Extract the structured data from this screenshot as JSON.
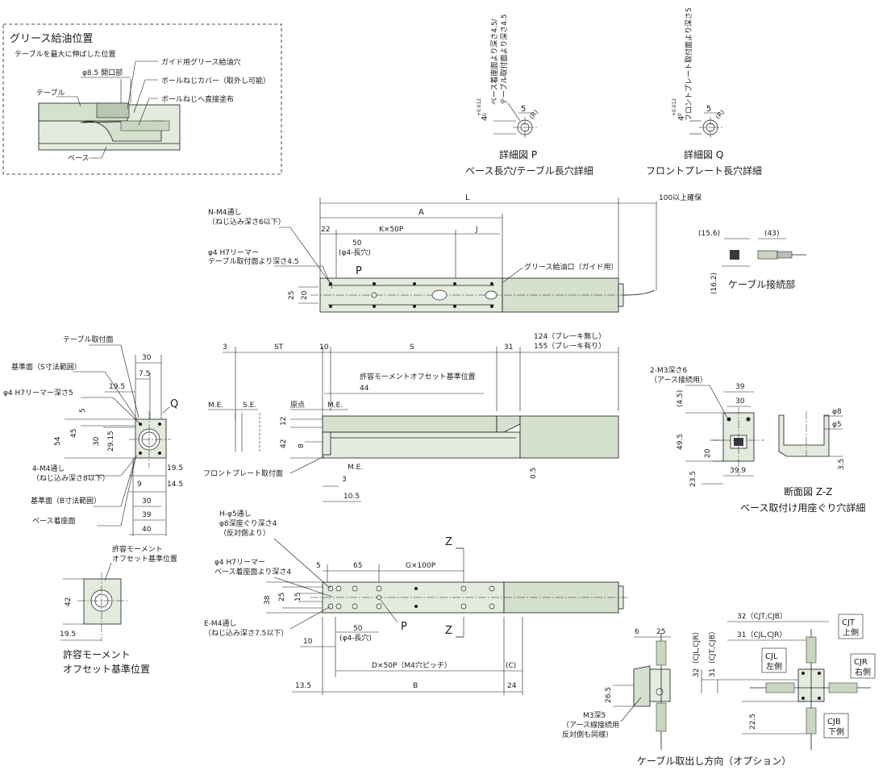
{
  "grease": {
    "title": "グリース給油位置",
    "subtitle": "テーブルを最大に伸ばした位置",
    "phi_label": "φ8.5 開口部",
    "guide_hole": "ガイド用グリース給油穴",
    "cover": "ボールねじカバー（取外し可能）",
    "direct": "ボールねじへ直接塗布",
    "table": "テーブル",
    "base": "ベース"
  },
  "detail_p": {
    "title": "詳細図 P",
    "subtitle": "ベース長穴/テーブル長穴詳細",
    "v1": "ベース着座面より深さ4.5/",
    "v2": "テーブル取付面より深さ4.5",
    "tol_main": "4",
    "tol_up": "+0.012",
    "tol_low": "0",
    "five": "5",
    "r": "(R)"
  },
  "detail_q": {
    "title": "詳細図 Q",
    "subtitle": "フロントプレート長穴詳細",
    "v1": "フロントプレート取付面より深さ5",
    "tol_main": "4",
    "tol_up": "+0.012",
    "tol_low": "0",
    "five": "5",
    "r": "(R)"
  },
  "top_view": {
    "L": "L",
    "A": "A",
    "secure": "100以上確保",
    "n_m4_1": "N-M4通し",
    "n_m4_2": "（ねじ込み深さ6以下）",
    "d22": "22",
    "kx50p": "K×50P",
    "j": "J",
    "fifty": "50",
    "phi4_long": "(φ4-長穴)",
    "reamer1": "φ4 H7リーマー",
    "reamer2": "テーブル取付面より深さ4.5",
    "p": "P",
    "grease_port": "グリース給油口（ガイド用）",
    "d25": "25",
    "d20": "20"
  },
  "cable_conn": {
    "label": "ケーブル接続部",
    "d156": "(15.6)",
    "d43": "(43)",
    "d162": "(16.2)"
  },
  "side_view": {
    "d3": "3",
    "st": "ST",
    "d10": "10",
    "s": "S",
    "d31": "31",
    "brake1": "124（ブレーキ無し）",
    "brake2": "155（ブレーキ有り）",
    "offset_ref": "許容モーメントオフセット基準位置",
    "d44": "44",
    "me1": "M.E.",
    "se": "S.E.",
    "origin": "原点",
    "me2": "M.E.",
    "d12": "12",
    "d42": "42",
    "d8": "8",
    "front_plate": "フロントプレート取付面",
    "me3": "M.E.",
    "d3b": "3",
    "d105": "10.5",
    "d05": "0.5"
  },
  "end_view": {
    "table_face": "テーブル取付面",
    "ref_s": "基準面（S寸法範囲）",
    "reamer": "φ4 H7リーマー深さ5",
    "q": "Q",
    "d30": "30",
    "d75": "7.5",
    "d195": "19.5",
    "d5": "5",
    "d54": "54",
    "d45": "45",
    "d30b": "30",
    "d2915": "29.15",
    "m4_1": "4-M4通し",
    "m4_2": "（ねじ込み深さ8以下）",
    "ref_b": "基準面（B寸法範囲）",
    "base_face": "ベース着座面",
    "d195b": "19.5",
    "d145": "14.5",
    "d9": "9",
    "d30c": "30",
    "d39": "39",
    "d40": "40"
  },
  "offset_view": {
    "label1": "許容モーメント",
    "label2": "オフセット基準位置",
    "d42": "42",
    "d195": "19.5",
    "title1": "許容モーメント",
    "title2": "オフセット基準位置"
  },
  "section_zz": {
    "m3_1": "2-M3深さ6",
    "m3_2": "（アース接続用）",
    "d45": "(4.5)",
    "d39": "39",
    "d30": "30",
    "d495": "49.5",
    "d20": "20",
    "d235": "23.5",
    "d399": "39.9",
    "phi8": "φ8",
    "phi5": "φ5",
    "d35": "3.5",
    "title1": "断面図 Z-Z",
    "title2": "ベース取付け用座ぐり穴詳細"
  },
  "bottom_view": {
    "h1": "H-φ5通し",
    "h2": "φ8深座ぐり深さ4",
    "h3": "（反対側より）",
    "reamer1": "φ4 H7リーマー",
    "reamer2": "ベース着座面より深さ4",
    "d5": "5",
    "d65": "65",
    "gx100p": "G×100P",
    "z": "Z",
    "d38": "38",
    "d25": "25",
    "d15": "15",
    "e1": "E-M4通し",
    "e2": "（ねじ込み深さ7.5以下）",
    "d10": "10",
    "fifty": "50",
    "phi4_long": "(φ4-長穴)",
    "p": "P",
    "z2": "Z",
    "dx50p": "D×50P（M4穴ピッチ）",
    "c": "(C)",
    "d135": "13.5",
    "b": "B",
    "d24": "24"
  },
  "cable_option": {
    "d6": "6",
    "d25": "25",
    "d265": "26.5",
    "m3_1": "M3深5",
    "m3_2": "（アース線接続用",
    "m3_3": "反対側も同様）",
    "d32": "32（CJT,CJB）",
    "d31": "31（CJL,CJR）",
    "v32": "32（CJL,CJR）",
    "v31": "31（CJT,CJB）",
    "cjt1": "CJT",
    "cjt2": "上側",
    "cjl1": "CJL",
    "cjl2": "左側",
    "cjr1": "CJR",
    "cjr2": "右側",
    "cjb1": "CJB",
    "cjb2": "下側",
    "d225": "22.5",
    "title": "ケーブル取出し方向（オプション）"
  }
}
